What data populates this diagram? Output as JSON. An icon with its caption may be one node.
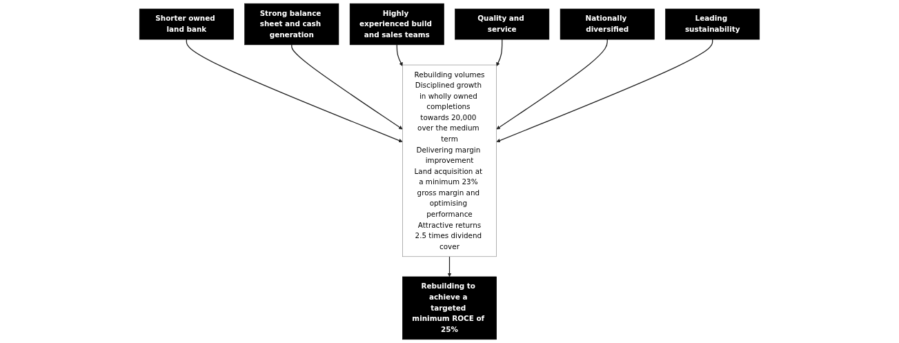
{
  "diagram": {
    "nodes": [
      {
        "text": [
          "Shorter owned land bank"
        ]
      },
      {
        "text": [
          "Strong balance sheet and cash generation"
        ]
      },
      {
        "text": [
          "Highly experienced build and sales teams"
        ]
      },
      {
        "text": [
          "Quality and service"
        ]
      },
      {
        "text": [
          "Nationally diversified"
        ]
      },
      {
        "text": [
          "Leading sustainability"
        ]
      },
      {
        "text": [
          "Rebuilding volumes",
          "Disciplined growth in wholly owned completions towards 20,000 over the medium term",
          "Delivering margin improvement",
          "Land acquisition at a minimum 23% gross margin and optimising performance",
          "Attractive returns",
          "2.5 times dividend cover"
        ]
      },
      {
        "text": [
          "Rebuilding to achieve a targeted minimum ROCE of 25%"
        ]
      }
    ],
    "edges": [
      {
        "from": 0,
        "to": 6,
        "arrow": "to"
      },
      {
        "from": 1,
        "to": 6,
        "arrow": "to"
      },
      {
        "from": 2,
        "to": 6,
        "arrow": "to"
      },
      {
        "from": 3,
        "to": 6,
        "arrow": "to"
      },
      {
        "from": 4,
        "to": 6,
        "arrow": "to"
      },
      {
        "from": 5,
        "to": 6,
        "arrow": "to"
      },
      {
        "from": 6,
        "to": 7,
        "arrow": "to"
      }
    ]
  }
}
